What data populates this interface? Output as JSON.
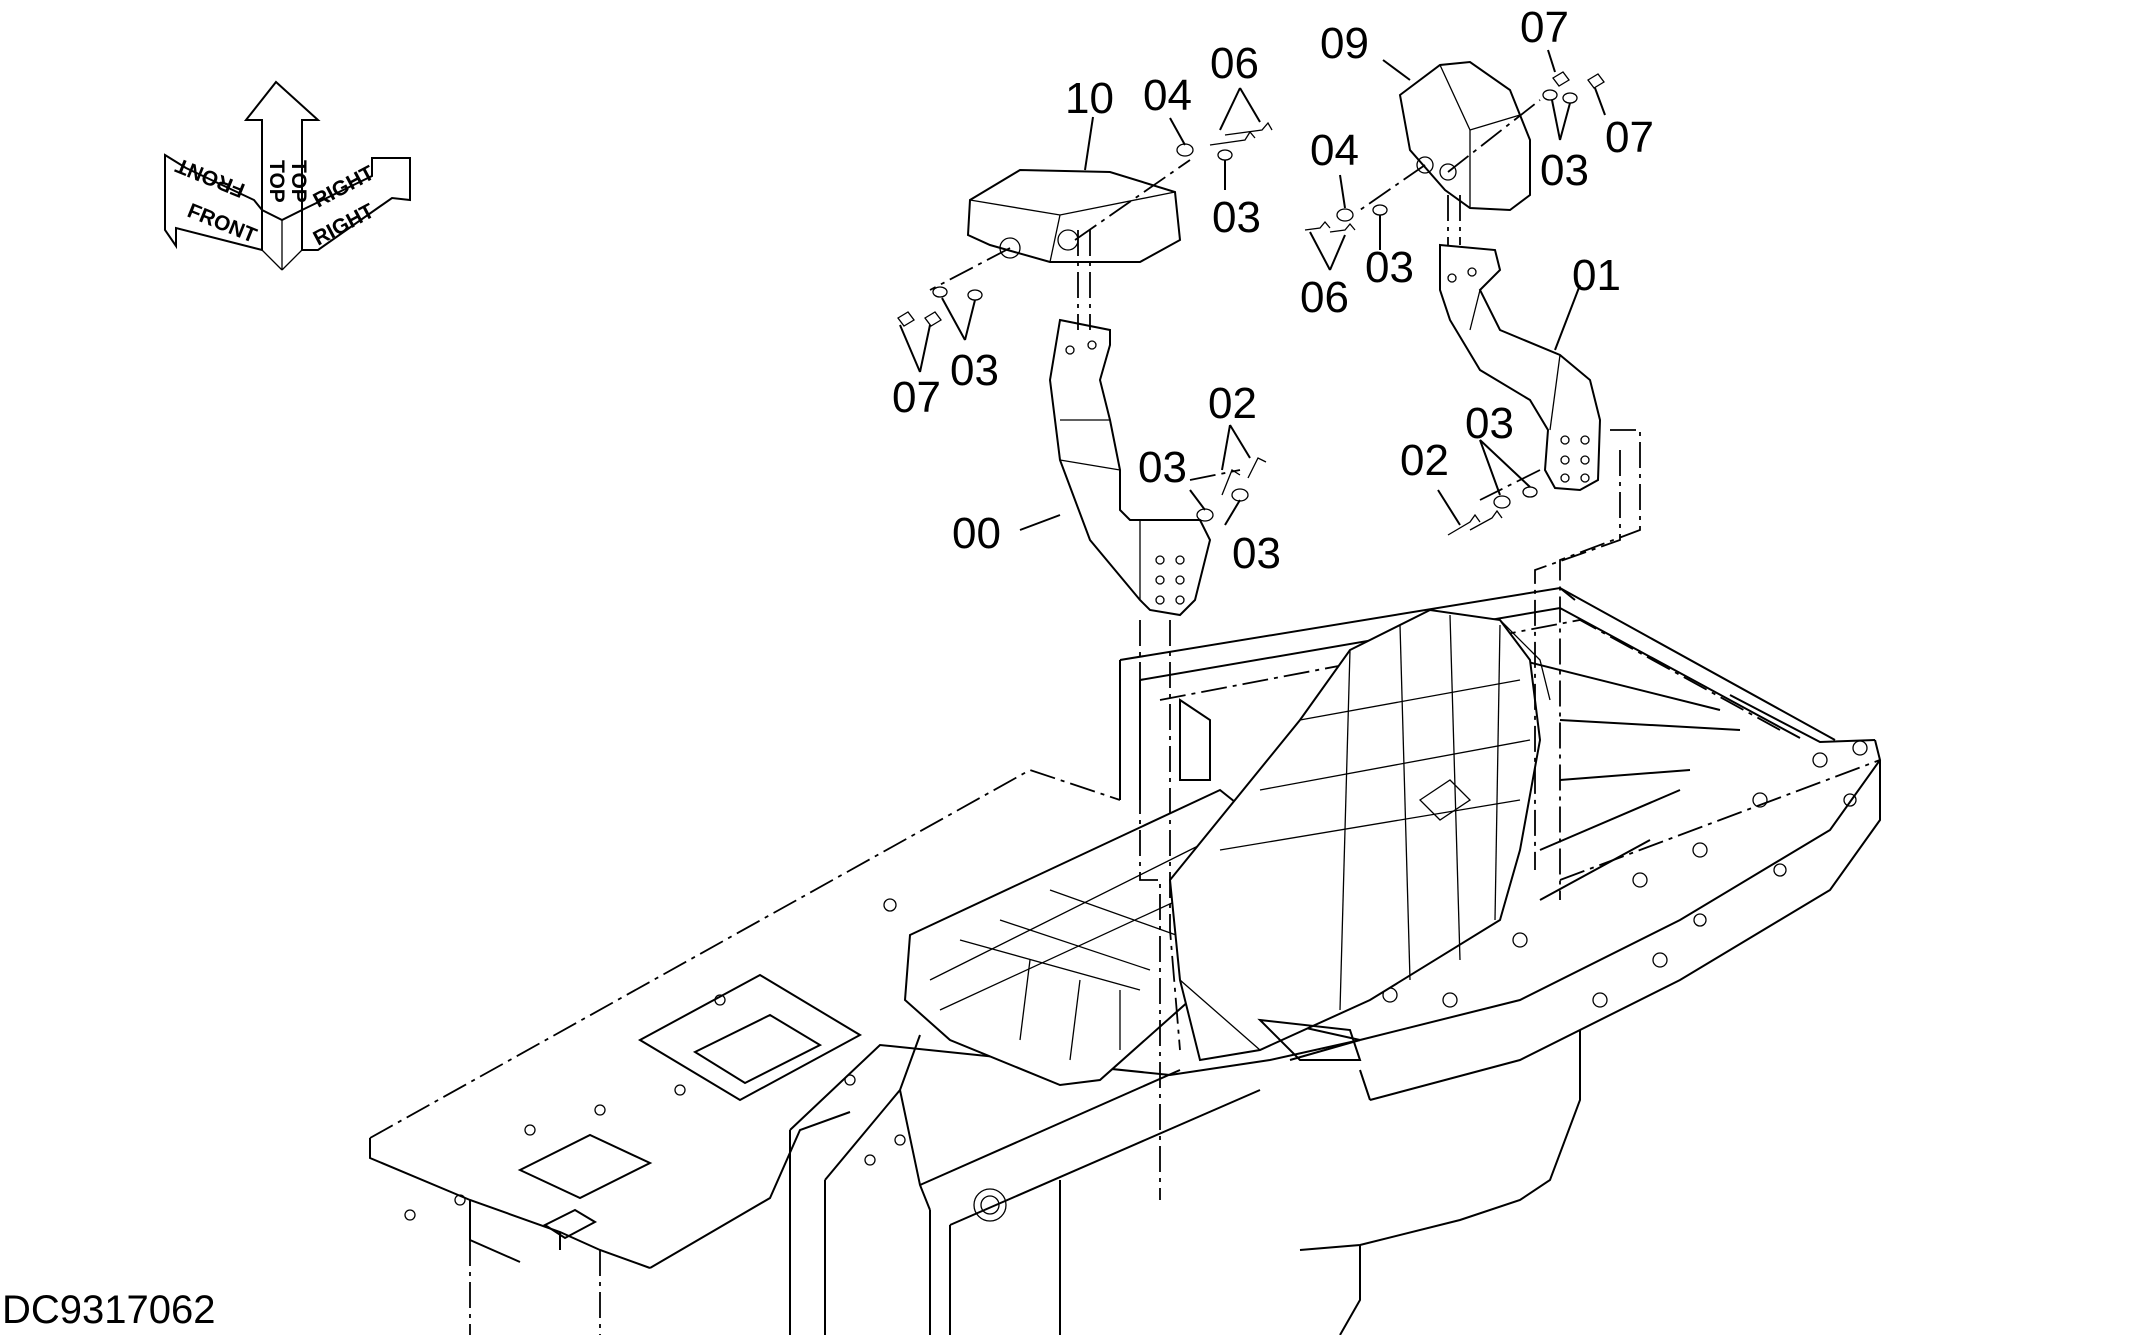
{
  "drawing_id": "DC9317062",
  "orientation": {
    "front": "FRONT",
    "top": "TOP",
    "right": "RIGHT"
  },
  "callouts": {
    "c10": "10",
    "c04a": "04",
    "c06a": "06",
    "c03a": "03",
    "c07a": "07",
    "c03b": "03",
    "c02a": "02",
    "c03c": "03",
    "c03d": "03",
    "c00": "00",
    "c09": "09",
    "c07b": "07",
    "c07c": "07",
    "c03e": "03",
    "c04b": "04",
    "c03f": "03",
    "c06b": "06",
    "c01": "01",
    "c03g": "03",
    "c02b": "02"
  }
}
